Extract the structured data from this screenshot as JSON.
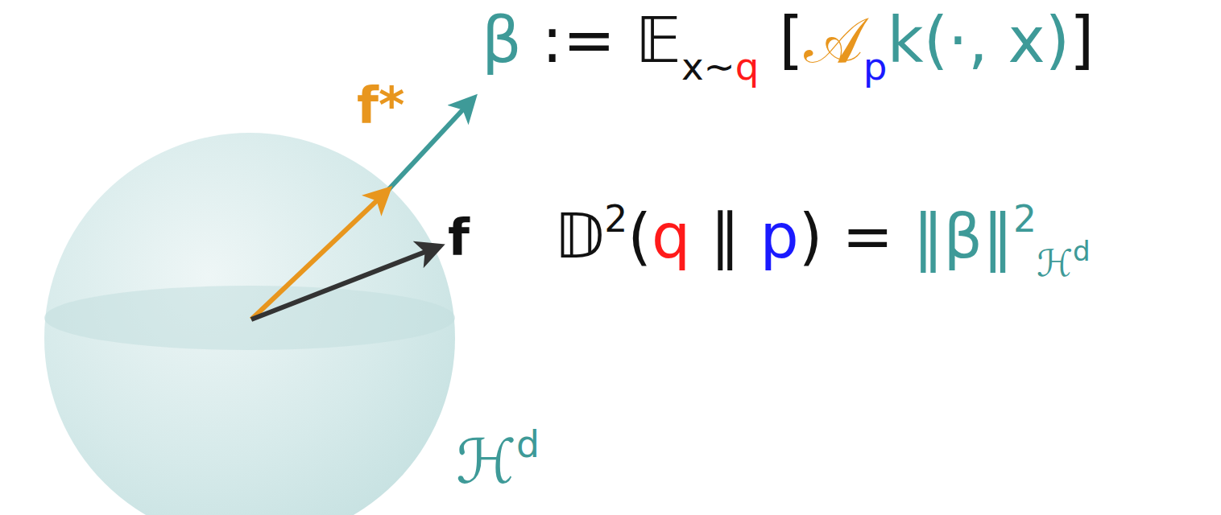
{
  "diagram": {
    "labels": [
      "β := 𝔼x∼q [𝒜pk(·, x)]",
      "f*",
      "f",
      "𝔻2(q ∥ p) = ‖β‖2ℋd",
      "ℋd"
    ]
  }
}
